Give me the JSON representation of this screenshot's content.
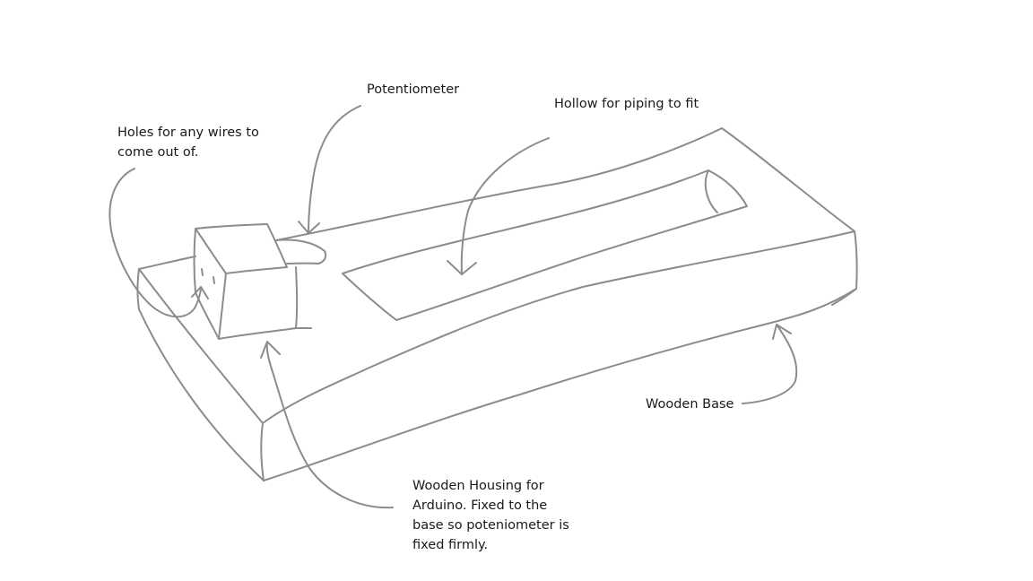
{
  "stroke_color": "#8c8c8c",
  "labels": {
    "potentiometer": "Potentiometer",
    "hollow": "Hollow for piping to fit",
    "holes": "Holes for any wires to\ncome out of.",
    "wooden_base": "Wooden Base",
    "housing": "Wooden Housing for\nArduino. Fixed to the\nbase so poteniometer is\nfixed firmly."
  }
}
